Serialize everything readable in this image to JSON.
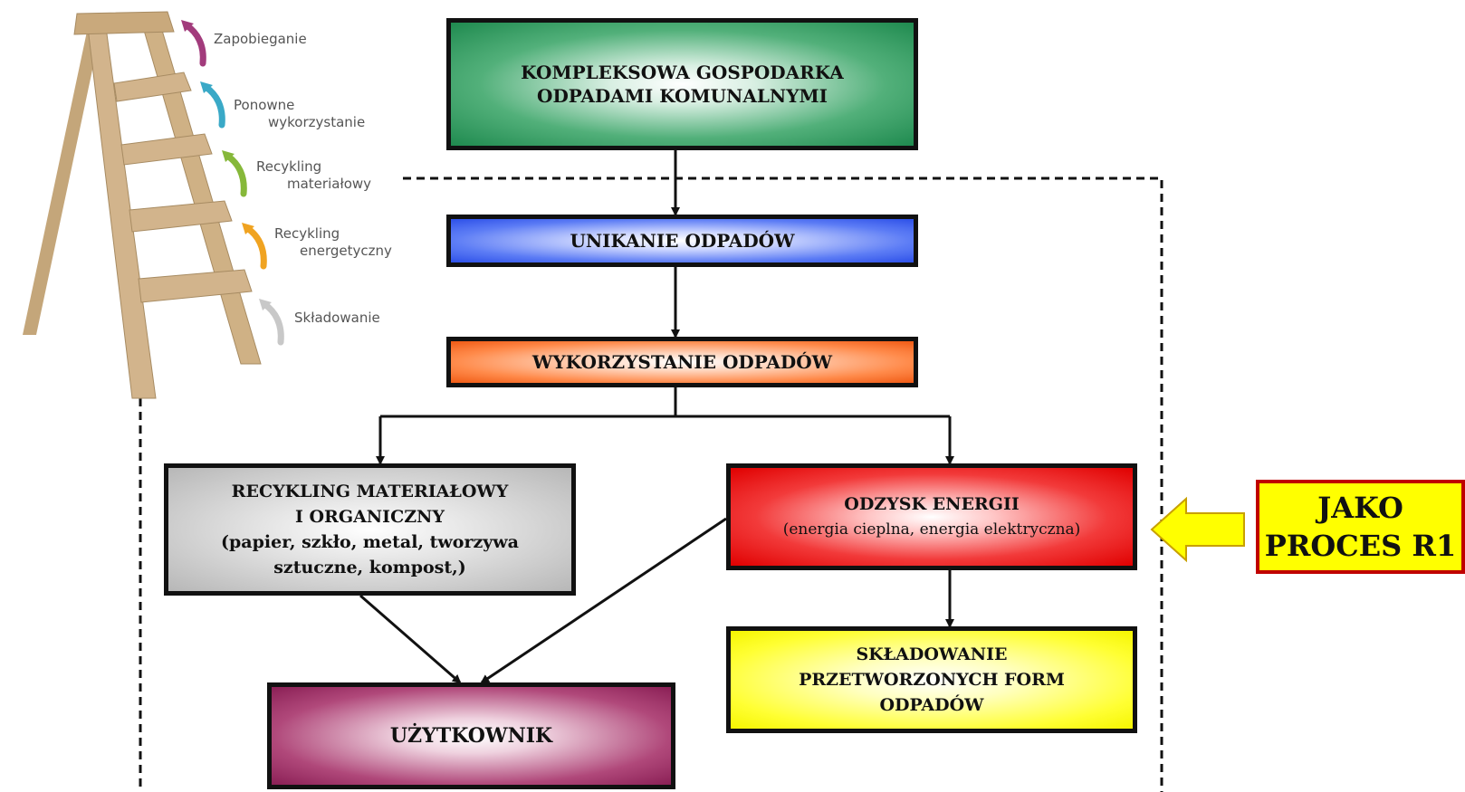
{
  "ladder": {
    "labels": [
      {
        "line1": "Zapobieganie",
        "line2": ""
      },
      {
        "line1": "Ponowne",
        "line2": "wykorzystanie"
      },
      {
        "line1": "Recykling",
        "line2": "materiałowy"
      },
      {
        "line1": "Recykling",
        "line2": "energetyczny"
      },
      {
        "line1": "Składowanie",
        "line2": ""
      }
    ],
    "arrow_colors": [
      "#a23b7c",
      "#3aa9c7",
      "#86b83a",
      "#f0a321",
      "#c8c8c8"
    ],
    "wood_color": "#d2b48c"
  },
  "boxes": {
    "top": {
      "line1": "KOMPLEKSOWA GOSPODARKA",
      "line2": "ODPADAMI KOMUNALNYMI"
    },
    "unikanie": {
      "label": "UNIKANIE ODPADÓW"
    },
    "wykorzystanie": {
      "label": "WYKORZYSTANIE ODPADÓW"
    },
    "recykling": {
      "line1": "RECYKLING MATERIAŁOWY",
      "line2": "I ORGANICZNY",
      "line3": "(papier, szkło, metal, tworzywa",
      "line4": "sztuczne, kompost,)"
    },
    "odzysk": {
      "line1": "ODZYSK ENERGII",
      "line2": "(energia cieplna, energia elektryczna)"
    },
    "skladowanie": {
      "line1": "SKŁADOWANIE",
      "line2": "PRZETWORZONYCH FORM",
      "line3": "ODPADÓW"
    },
    "uzytkownik": {
      "label": "UŻYTKOWNIK"
    }
  },
  "callout": {
    "line1": "JAKO",
    "line2": "PROCES R1",
    "arrow_color": "#ffff00"
  }
}
